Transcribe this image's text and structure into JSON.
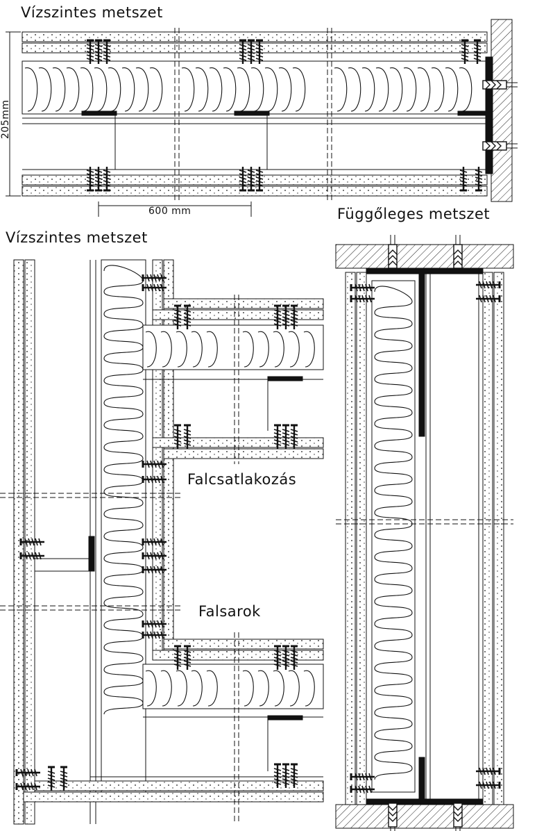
{
  "labels": {
    "section_top": "Vízszintes metszet",
    "section_left": "Vízszintes metszet",
    "section_vertical": "Függőleges metszet",
    "wall_junction": "Falcsatlakozás",
    "wall_corner": "Falsarok",
    "dim_height": "205mm",
    "dim_spacing": "600 mm"
  },
  "colors": {
    "line": "#111111",
    "board_fill": "#ffffff",
    "hatch": "#222222"
  }
}
